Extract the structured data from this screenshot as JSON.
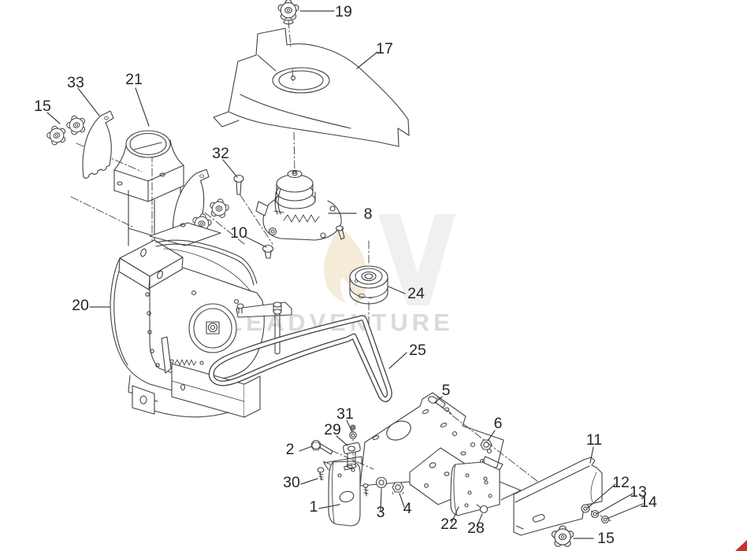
{
  "watermark": {
    "text": "LEADVENTURE",
    "text_color": "#d2d2d2",
    "v_color": "#e3e3e3",
    "flame_color": "#f0e3c9"
  },
  "corner_mark_color": "#c9332b",
  "line_color": "#414141",
  "background_color": "#ffffff",
  "callouts": {
    "n19": {
      "label": "19"
    },
    "n17": {
      "label": "17"
    },
    "n33": {
      "label": "33"
    },
    "n21": {
      "label": "21"
    },
    "n15a": {
      "label": "15"
    },
    "n32": {
      "label": "32"
    },
    "n8": {
      "label": "8"
    },
    "n10": {
      "label": "10"
    },
    "n24": {
      "label": "24"
    },
    "n20": {
      "label": "20"
    },
    "n25": {
      "label": "25"
    },
    "n5": {
      "label": "5"
    },
    "n31": {
      "label": "31"
    },
    "n29": {
      "label": "29"
    },
    "n6": {
      "label": "6"
    },
    "n2": {
      "label": "2"
    },
    "n11": {
      "label": "11"
    },
    "n30": {
      "label": "30"
    },
    "n12": {
      "label": "12"
    },
    "n13": {
      "label": "13"
    },
    "n14": {
      "label": "14"
    },
    "n1": {
      "label": "1"
    },
    "n3": {
      "label": "3"
    },
    "n4": {
      "label": "4"
    },
    "n22": {
      "label": "22"
    },
    "n28": {
      "label": "28"
    },
    "n15b": {
      "label": "15"
    }
  }
}
